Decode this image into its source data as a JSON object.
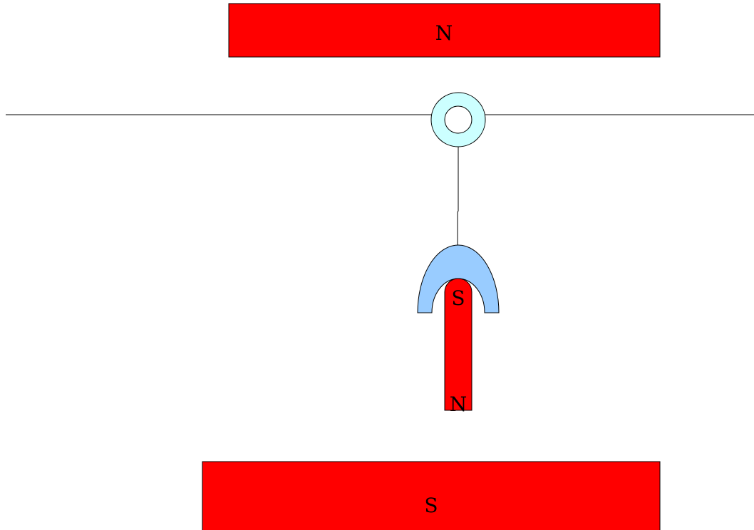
{
  "top_magnet": {
    "label": "N",
    "color": "#ff0000"
  },
  "bottom_magnet": {
    "label": "S",
    "color": "#ff0000"
  },
  "bar_magnet": {
    "top_label": "S",
    "bottom_label": "N",
    "color": "#ff0000"
  },
  "horseshoe": {
    "color": "#99ccff"
  },
  "ring": {
    "color": "#ccffff"
  }
}
